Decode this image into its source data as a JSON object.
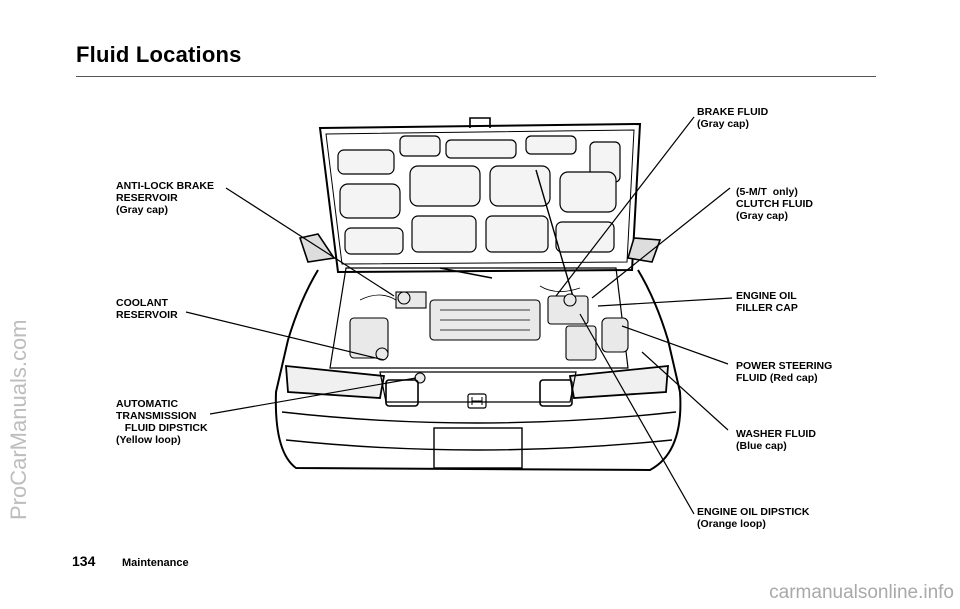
{
  "header": {
    "title": "Fluid Locations"
  },
  "labels": {
    "brake_fluid": "BRAKE FLUID\n(Gray cap)",
    "clutch_fluid": "(5-M/T  only)\nCLUTCH FLUID\n(Gray cap)",
    "engine_oil_filler": "ENGINE OIL\nFILLER CAP",
    "power_steering": "POWER STEERING\nFLUID (Red cap)",
    "washer_fluid": "WASHER FLUID\n(Blue cap)",
    "engine_oil_dipstick": "ENGINE OIL DIPSTICK\n(Orange loop)",
    "antilock_brake": "ANTI-LOCK BRAKE\nRESERVOIR\n(Gray cap)",
    "coolant": "COOLANT\nRESERVOIR",
    "atf_dipstick": "AUTOMATIC\nTRANSMISSION\n   FLUID DIPSTICK\n(Yellow loop)"
  },
  "footer": {
    "page_number": "134",
    "section": "Maintenance",
    "watermark_side": "ProCarManuals.com",
    "watermark_bottom": "carmanualsonline.info"
  }
}
